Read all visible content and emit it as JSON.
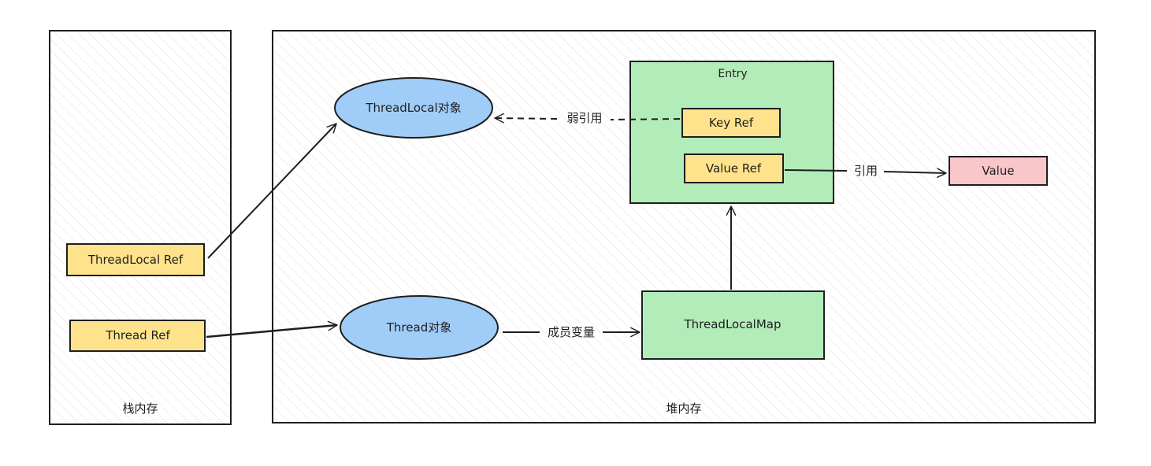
{
  "regions": {
    "stack_label": "栈内存",
    "heap_label": "堆内存"
  },
  "nodes": {
    "threadlocal_ref": "ThreadLocal Ref",
    "thread_ref": "Thread Ref",
    "threadlocal_object": "ThreadLocal对象",
    "thread_object": "Thread对象",
    "threadlocalmap": "ThreadLocalMap",
    "entry_title": "Entry",
    "key_ref": "Key Ref",
    "value_ref": "Value Ref",
    "value": "Value"
  },
  "edges": {
    "weak_ref_label": "弱引用",
    "ref_label": "引用",
    "member_var_label": "成员变量"
  },
  "colors": {
    "ref_box_fill": "#ffe38c",
    "ellipse_fill": "#a0cdf8",
    "green_fill": "#b2ecb9",
    "value_fill": "#f9c6c9",
    "stroke": "#1e1e1e",
    "hatch": "#e6e6e6"
  }
}
